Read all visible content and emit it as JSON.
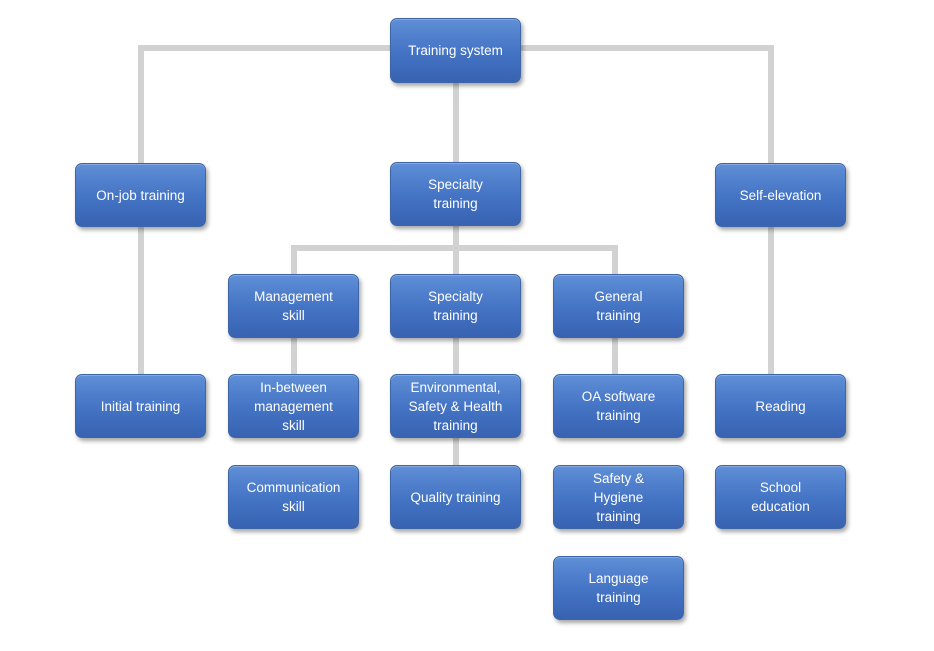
{
  "diagram": {
    "nodes": {
      "training_system": "Training system",
      "on_job_training": "On-job training",
      "specialty_training_top": "Specialty\ntraining",
      "self_elevation": "Self-elevation",
      "management_skill": "Management\nskill",
      "specialty_training_mid": "Specialty\ntraining",
      "general_training": "General\ntraining",
      "initial_training": "Initial training",
      "in_between_management_skill": "In-between\nmanagement\nskill",
      "environmental_safety_health_training": "Environmental,\nSafety & Health\ntraining",
      "oa_software_training": "OA software\ntraining",
      "reading": "Reading",
      "communication_skill": "Communication\nskill",
      "quality_training": "Quality training",
      "safety_hygiene_training": "Safety &\nHygiene\ntraining",
      "school_education": "School\neducation",
      "language_training": "Language\ntraining"
    },
    "colors": {
      "node_fill": "#4a7bc8",
      "node_border": "#3e66a6",
      "connector": "#d2d2d2",
      "text": "#ffffff"
    }
  }
}
